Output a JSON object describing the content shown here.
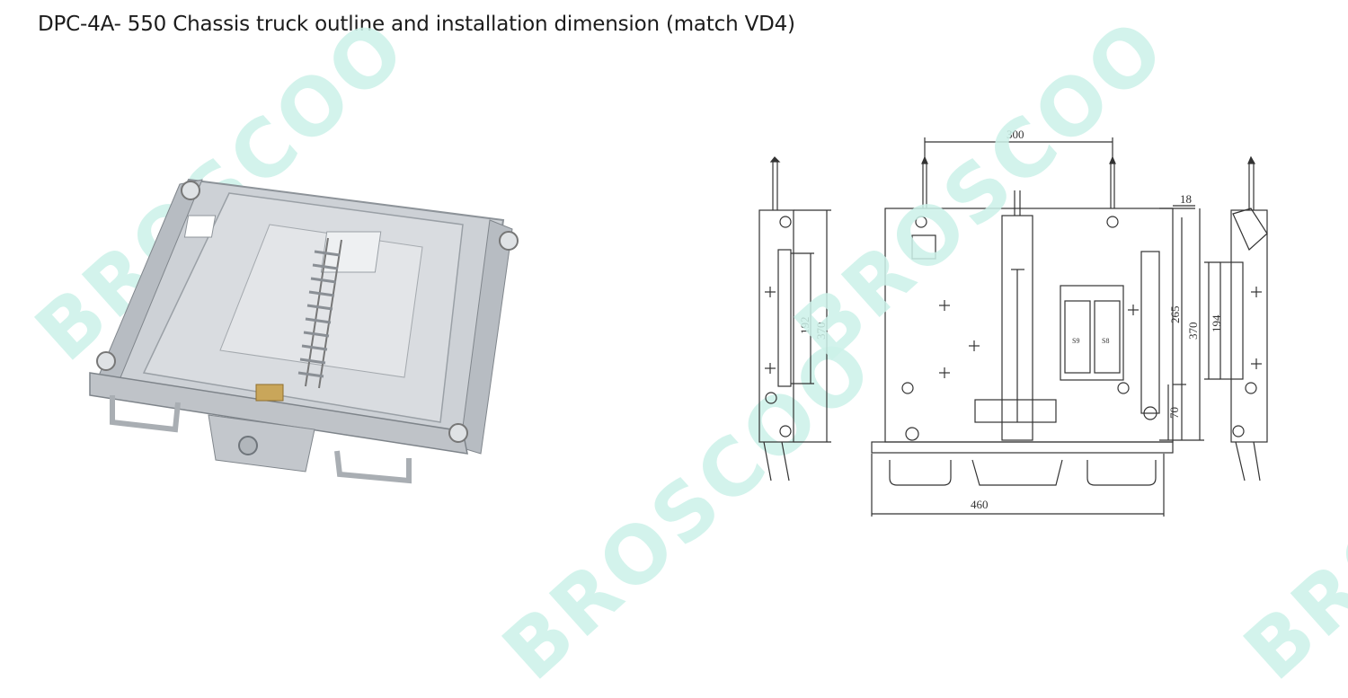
{
  "title": "DPC-4A- 550 Chassis truck outline and installation dimension (match VD4)",
  "watermark": "BROSCOO",
  "colors": {
    "watermark": "#ccf2e9",
    "metal": "#c9cdd2",
    "line": "#333333"
  },
  "dimensions": {
    "d300": "300",
    "d18": "18",
    "d265": "265",
    "d370_main": "370",
    "d70": "70",
    "d460": "460",
    "d192": "192",
    "d370_left": "370",
    "d194": "194"
  },
  "labels": {
    "s9": "S9",
    "s8": "S8"
  }
}
